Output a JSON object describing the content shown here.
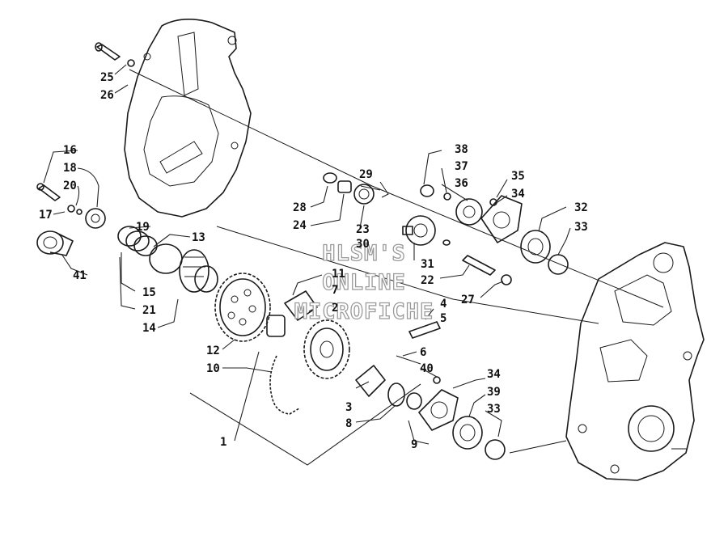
{
  "watermark": [
    "HLSM'S",
    "ONLINE",
    "MICROFICHE"
  ],
  "callouts": {
    "n1": "1",
    "n2": "2",
    "n3": "3",
    "n4": "4",
    "n5": "5",
    "n6": "6",
    "n7": "7",
    "n8": "8",
    "n9": "9",
    "n10": "10",
    "n11": "11",
    "n12": "12",
    "n13": "13",
    "n14": "14",
    "n15": "15",
    "n16": "16",
    "n17": "17",
    "n18": "18",
    "n19": "19",
    "n20": "20",
    "n21": "21",
    "n22": "22",
    "n23": "23",
    "n24": "24",
    "n25": "25",
    "n26": "26",
    "n27": "27",
    "n28": "28",
    "n29": "29",
    "n30": "30",
    "n31": "31",
    "n32": "32",
    "n33a": "33",
    "n33b": "33",
    "n34a": "34",
    "n34b": "34",
    "n35": "35",
    "n36": "36",
    "n37": "37",
    "n38": "38",
    "n39": "39",
    "n40": "40",
    "n41": "41"
  }
}
